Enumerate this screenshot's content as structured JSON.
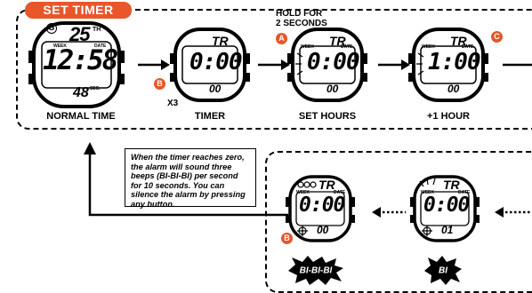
{
  "title": "SET TIMER",
  "hold_instruction": "HOLD FOR\n2 SECONDS",
  "steps": [
    {
      "caption": "NORMAL TIME",
      "display": {
        "main": "12:58",
        "top_left": "S",
        "top_right": "25",
        "top_right_small": "TH",
        "week_label": "WEEK",
        "date_label": "DATE",
        "bottom": "48",
        "bottom_label": "SEC."
      }
    },
    {
      "caption": "TIMER",
      "display": {
        "main": "0:00",
        "top": "TR",
        "bottom": "00"
      }
    },
    {
      "caption": "SET HOURS",
      "display": {
        "main": "0:00",
        "top": "TR",
        "bottom": "00",
        "week_label": "WEEK",
        "date_label": "DATE"
      }
    },
    {
      "caption": "+1  HOUR",
      "display": {
        "main": "1:00",
        "top": "TR",
        "bottom": "00",
        "week_label": "WEEK",
        "date_label": "DATE"
      }
    }
  ],
  "buttons": {
    "a": "A",
    "b": "B",
    "c": "C",
    "b_bottom": "B"
  },
  "repeat_label": "X3",
  "note_text": "When the timer reaches zero, the alarm will sound three beeps (BI-BI-BI) per second for 10 seconds. You can silence the alarm by pressing any button.",
  "alarm_steps": [
    {
      "display": {
        "main": "0:00",
        "top": "TR",
        "bottom": "00",
        "week_label": "WEEK",
        "date_label": "DATE"
      },
      "sound": "BI-BI-BI"
    },
    {
      "display": {
        "main": "0:00",
        "top": "TR",
        "bottom": "01",
        "week_label": "WEEK",
        "date_label": "DATE"
      },
      "sound": "BI"
    }
  ],
  "colors": {
    "accent": "#e8562a",
    "ink": "#000000"
  }
}
